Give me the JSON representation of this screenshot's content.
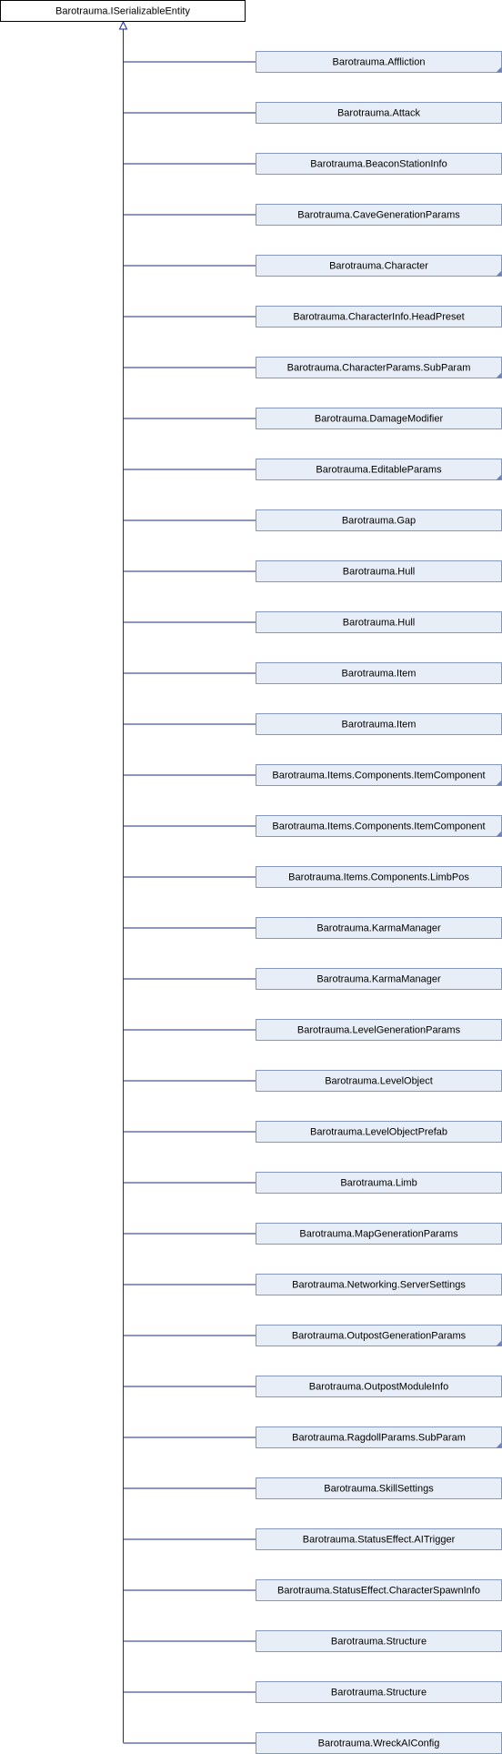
{
  "root": {
    "label": "Barotrauma.ISerializableEntity"
  },
  "children": [
    {
      "label": "Barotrauma.Affliction",
      "has_more": true
    },
    {
      "label": "Barotrauma.Attack",
      "has_more": false
    },
    {
      "label": "Barotrauma.BeaconStationInfo",
      "has_more": false
    },
    {
      "label": "Barotrauma.CaveGenerationParams",
      "has_more": false
    },
    {
      "label": "Barotrauma.Character",
      "has_more": true
    },
    {
      "label": "Barotrauma.CharacterInfo.HeadPreset",
      "has_more": false
    },
    {
      "label": "Barotrauma.CharacterParams.SubParam",
      "has_more": true
    },
    {
      "label": "Barotrauma.DamageModifier",
      "has_more": false
    },
    {
      "label": "Barotrauma.EditableParams",
      "has_more": true
    },
    {
      "label": "Barotrauma.Gap",
      "has_more": false
    },
    {
      "label": "Barotrauma.Hull",
      "has_more": false
    },
    {
      "label": "Barotrauma.Hull",
      "has_more": false
    },
    {
      "label": "Barotrauma.Item",
      "has_more": false
    },
    {
      "label": "Barotrauma.Item",
      "has_more": false
    },
    {
      "label": "Barotrauma.Items.Components.ItemComponent",
      "has_more": true
    },
    {
      "label": "Barotrauma.Items.Components.ItemComponent",
      "has_more": true
    },
    {
      "label": "Barotrauma.Items.Components.LimbPos",
      "has_more": false
    },
    {
      "label": "Barotrauma.KarmaManager",
      "has_more": false
    },
    {
      "label": "Barotrauma.KarmaManager",
      "has_more": false
    },
    {
      "label": "Barotrauma.LevelGenerationParams",
      "has_more": false
    },
    {
      "label": "Barotrauma.LevelObject",
      "has_more": false
    },
    {
      "label": "Barotrauma.LevelObjectPrefab",
      "has_more": false
    },
    {
      "label": "Barotrauma.Limb",
      "has_more": false
    },
    {
      "label": "Barotrauma.MapGenerationParams",
      "has_more": false
    },
    {
      "label": "Barotrauma.Networking.ServerSettings",
      "has_more": false
    },
    {
      "label": "Barotrauma.OutpostGenerationParams",
      "has_more": true
    },
    {
      "label": "Barotrauma.OutpostModuleInfo",
      "has_more": false
    },
    {
      "label": "Barotrauma.RagdollParams.SubParam",
      "has_more": true
    },
    {
      "label": "Barotrauma.SkillSettings",
      "has_more": false
    },
    {
      "label": "Barotrauma.StatusEffect.AITrigger",
      "has_more": false
    },
    {
      "label": "Barotrauma.StatusEffect.CharacterSpawnInfo",
      "has_more": false
    },
    {
      "label": "Barotrauma.Structure",
      "has_more": false
    },
    {
      "label": "Barotrauma.Structure",
      "has_more": false
    },
    {
      "label": "Barotrauma.WreckAIConfig",
      "has_more": false
    }
  ],
  "colors": {
    "root_fill": "#ffffff",
    "root_border": "#000000",
    "node_fill": "#e8eef7",
    "node_border": "#8497c4",
    "edge": "#1a2a9a",
    "corner_marker": "#6c80b8"
  }
}
